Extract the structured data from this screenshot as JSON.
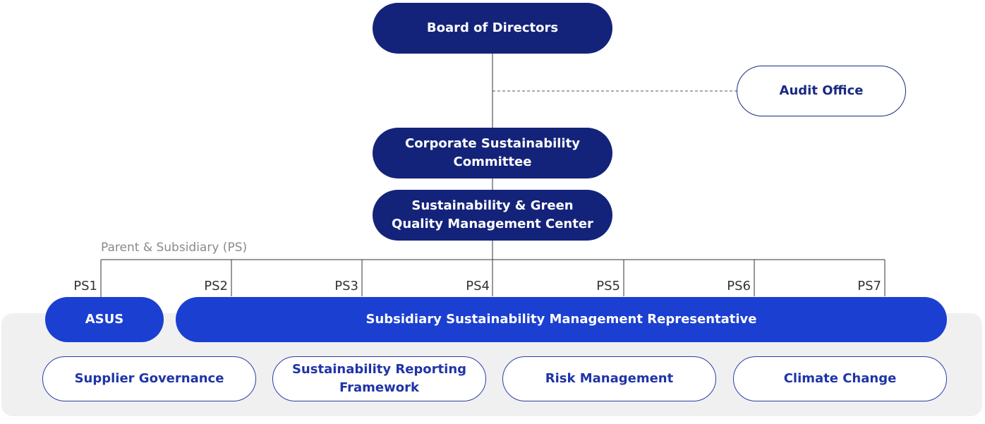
{
  "board": "Board of Directors",
  "audit": "Audit Office",
  "committee": "Corporate Sustainability Committee",
  "center": "Sustainability & Green Quality Management Center",
  "ps_caption": "Parent & Subsidiary (PS)",
  "ps_labels": [
    "PS1",
    "PS2",
    "PS3",
    "PS4",
    "PS5",
    "PS6",
    "PS7"
  ],
  "asus": "ASUS",
  "representative": "Subsidiary Sustainability Management Representative",
  "areas": [
    "Supplier Governance",
    "Sustainability Reporting Framework",
    "Risk Management",
    "Climate Change"
  ],
  "colors": {
    "dark_navy": "#14237a",
    "bright_blue": "#1b3fd1",
    "outline_navy": "#1a2a80",
    "panel_gray": "#f0f0f1"
  }
}
